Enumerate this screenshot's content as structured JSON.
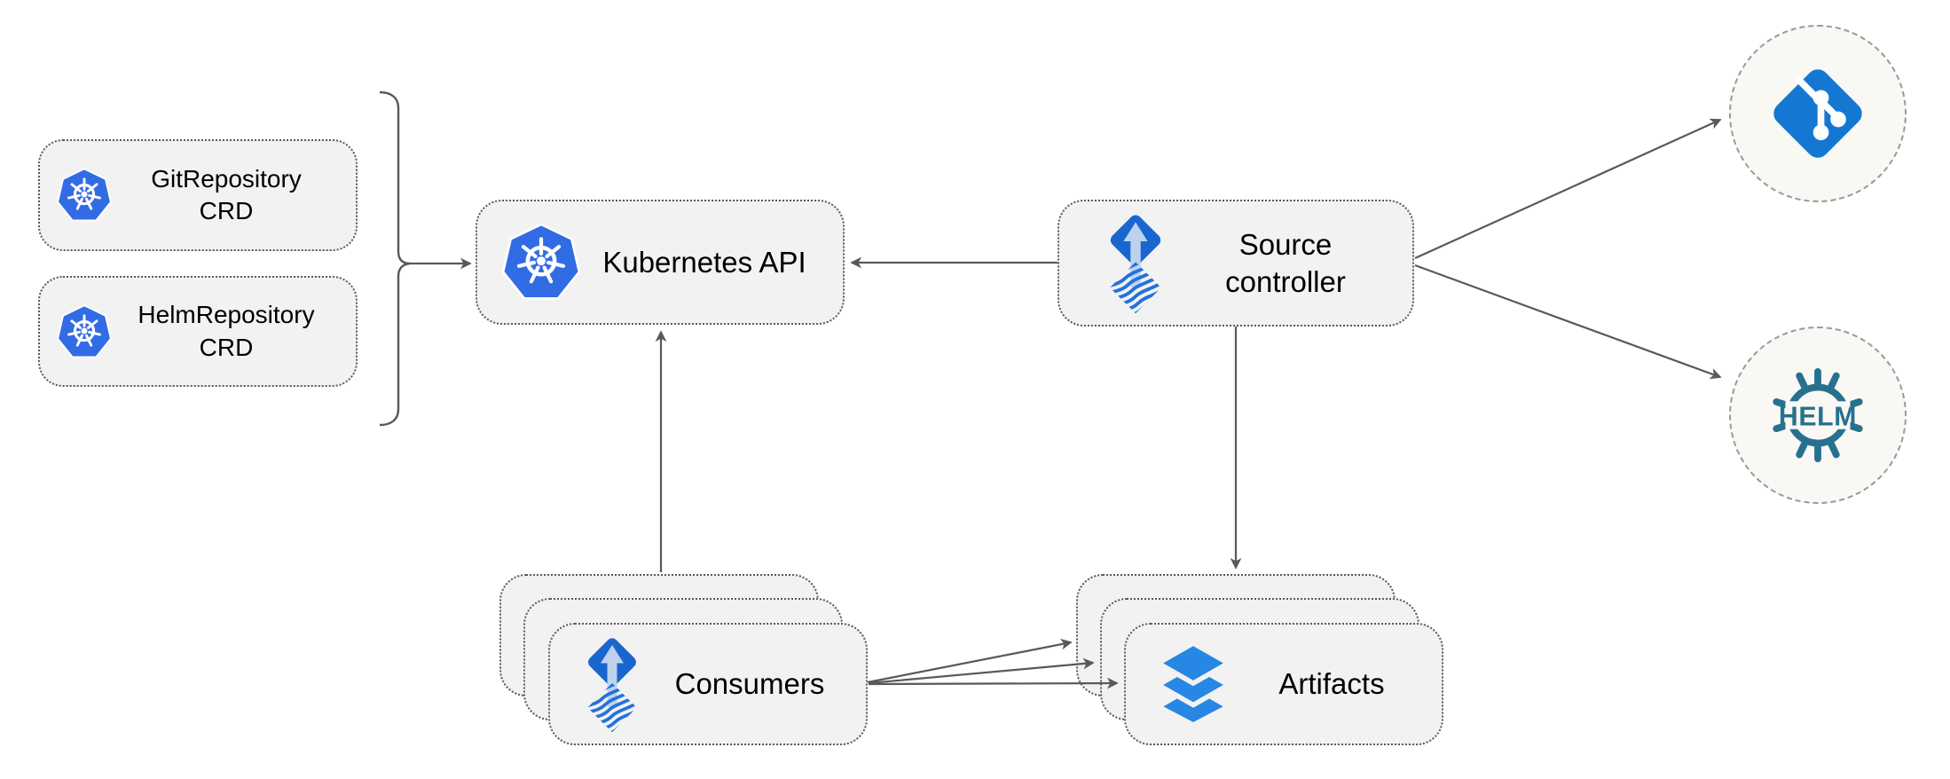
{
  "diagram": {
    "background": "#ffffff",
    "node_fill": "#f2f2f2",
    "node_border_color": "#5a5a5a",
    "circle_fill": "#faf8f4",
    "circle_border_color": "#999999",
    "arrow_color": "#595959",
    "text_color": "#000000"
  },
  "colors": {
    "kubernetes_blue": "#326CE5",
    "flux_diamond_blue": "#1a66cf",
    "flux_arrow_light_blue": "#bcd2ee",
    "flux_wave_blue": "#2471db",
    "git_blue": "#1478d2",
    "helm_teal": "#26718f",
    "artifacts_layers_blue": "#2787e4"
  },
  "nodes": {
    "git_repository_crd": {
      "lines": [
        "GitRepository",
        "CRD"
      ],
      "icon": "kubernetes-icon"
    },
    "helm_repository_crd": {
      "lines": [
        "HelmRepository",
        "CRD"
      ],
      "icon": "kubernetes-icon"
    },
    "kubernetes_api": {
      "label": "Kubernetes API",
      "icon": "kubernetes-icon"
    },
    "source_controller": {
      "lines": [
        "Source",
        "controller"
      ],
      "icon": "flux-icon"
    },
    "consumers": {
      "label": "Consumers",
      "icon": "flux-icon",
      "stack_count": 3
    },
    "artifacts": {
      "label": "Artifacts",
      "icon": "layers-icon",
      "stack_count": 3
    },
    "git_endpoint": {
      "icon": "git-icon"
    },
    "helm_endpoint": {
      "icon": "helm-icon",
      "logo_text": "HELM"
    }
  },
  "edges": [
    {
      "from": "crd_group_bracket",
      "to": "kubernetes_api"
    },
    {
      "from": "source_controller",
      "to": "kubernetes_api"
    },
    {
      "from": "source_controller",
      "to": "git_endpoint"
    },
    {
      "from": "source_controller",
      "to": "helm_endpoint"
    },
    {
      "from": "source_controller",
      "to": "artifacts"
    },
    {
      "from": "consumers",
      "to": "kubernetes_api"
    },
    {
      "from": "consumers",
      "to": "artifacts",
      "target_layer": "back"
    },
    {
      "from": "consumers",
      "to": "artifacts",
      "target_layer": "middle"
    },
    {
      "from": "consumers",
      "to": "artifacts",
      "target_layer": "front"
    }
  ]
}
